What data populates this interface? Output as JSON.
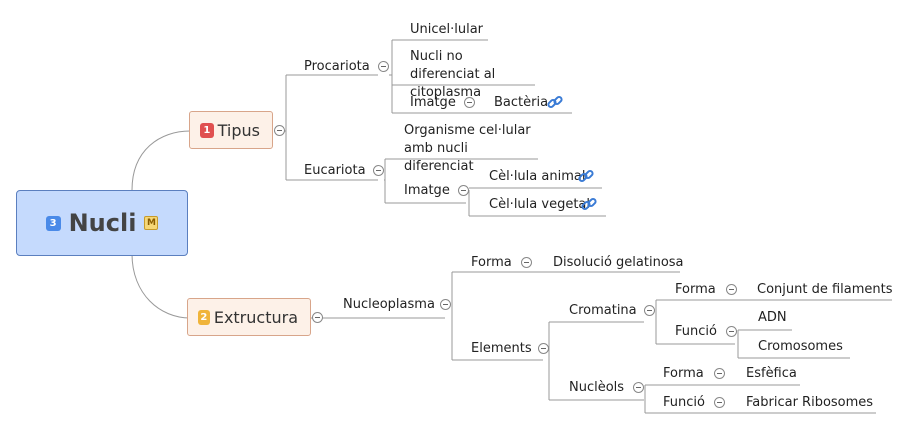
{
  "root": {
    "title": "Nucli",
    "badge": "3",
    "marker": "M"
  },
  "tipus": {
    "title": "Tipus",
    "badge": "1",
    "badge_color": "#e05050",
    "procariota": {
      "label": "Procariota",
      "items": [
        "Unicel·lular",
        "Nucli no diferenciat al citoplasma"
      ],
      "imatge": {
        "label": "Imatge",
        "link": "Bactèria"
      }
    },
    "eucariota": {
      "label": "Eucariota",
      "desc": "Organisme cel·lular amb nucli diferenciat",
      "imatge": {
        "label": "Imatge",
        "links": [
          "Cèl·lula animal",
          "Cèl·lula vegetal"
        ]
      }
    }
  },
  "extructura": {
    "title": "Extructura",
    "badge": "2",
    "badge_color": "#f0b43a",
    "nucleoplasma": {
      "label": "Nucleoplasma",
      "forma": {
        "label": "Forma",
        "value": "Disolució gelatinosa"
      },
      "elements": {
        "label": "Elements",
        "cromatina": {
          "label": "Cromatina",
          "forma": {
            "label": "Forma",
            "value": "Conjunt de filaments"
          },
          "funcio": {
            "label": "Funció",
            "values": [
              "ADN",
              "Cromosomes"
            ]
          }
        },
        "nucleols": {
          "label": "Nuclèols",
          "forma": {
            "label": "Forma",
            "value": "Esfèfica"
          },
          "funcio": {
            "label": "Funció",
            "value": "Fabricar Ribosomes"
          }
        }
      }
    }
  },
  "colors": {
    "root_fill": "#c5dafd",
    "root_border": "#5b7fbf",
    "main_fill": "#fdf1e8",
    "main_border": "#d8a58a",
    "line": "#999999",
    "link_icon": "#3a7bd5"
  }
}
